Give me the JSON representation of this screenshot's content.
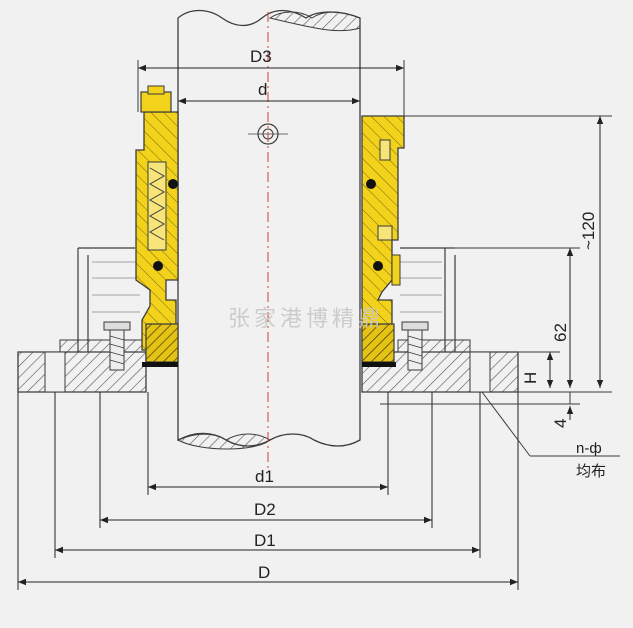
{
  "drawing": {
    "dimensions": {
      "d3": "D3",
      "d": "d",
      "d1": "d1",
      "d2": "D2",
      "d1_outer": "D1",
      "d_outer": "D",
      "length_total": "~120",
      "height_62": "62",
      "h": "H",
      "gap_4": "4"
    },
    "callout": {
      "holes": "n-ф",
      "distribution": "均布"
    },
    "watermark": "张家港博精鼎"
  },
  "colors": {
    "background": "#f1f1f1",
    "line": "#3c3c3c",
    "seal_yellow": "#f2d21a",
    "hatch": "#555555",
    "centerline": "#d43a3a",
    "watermark": "#c9c9c9"
  }
}
